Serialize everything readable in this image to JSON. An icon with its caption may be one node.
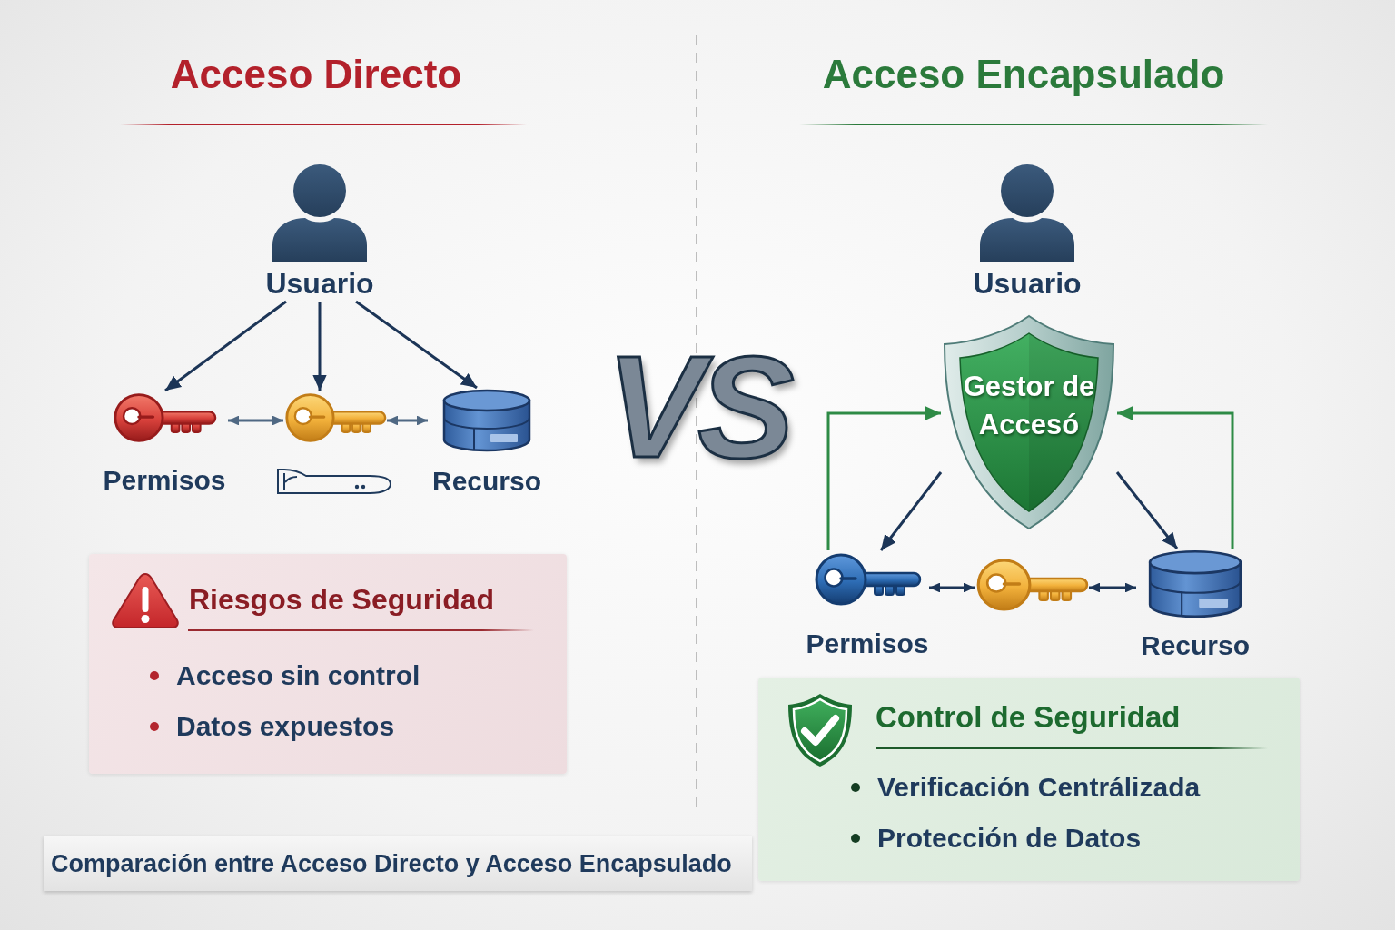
{
  "diagram": {
    "caption": "Comparación entre Acceso Directo y Acceso Encapsulado",
    "nodes": [
      {
        "text": [
          "Usuario"
        ]
      },
      {
        "text": [
          "Permisos"
        ]
      },
      {
        "text": [],
        "shape": "picture"
      },
      {
        "text": [
          "Recurso"
        ]
      },
      {
        "text": [
          "Riesgos de Seguridad",
          "Acceso sin control",
          "Datos expuestos"
        ]
      },
      {
        "text": [
          "Usuario"
        ]
      },
      {
        "text": [
          "Gestor de Accesó"
        ]
      },
      {
        "text": [
          "Permisos"
        ]
      },
      {
        "text": [],
        "shape": "picture"
      },
      {
        "text": [
          "Recurso"
        ]
      },
      {
        "text": [
          "Control de Seguridad",
          "Verificación Centrálizada",
          "Protección de Datos"
        ]
      }
    ],
    "edges": [
      {
        "from": 0,
        "to": 1,
        "arrow": "to"
      },
      {
        "from": 0,
        "to": 2,
        "arrow": "to"
      },
      {
        "from": 0,
        "to": 3,
        "arrow": "to"
      },
      {
        "from": 1,
        "to": 2,
        "arrow": "both",
        "color": "#4f6883"
      },
      {
        "from": 2,
        "to": 3,
        "arrow": "both",
        "color": "#4f6883"
      },
      {
        "from": 7,
        "to": 6,
        "arrow": "to",
        "color": "#2e8b46"
      },
      {
        "from": 9,
        "to": 6,
        "arrow": "to",
        "color": "#2e8b46"
      },
      {
        "from": 6,
        "to": 7,
        "arrow": "to"
      },
      {
        "from": 6,
        "to": 9,
        "arrow": "to"
      },
      {
        "from": 7,
        "to": 8,
        "arrow": "both"
      },
      {
        "from": 8,
        "to": 9,
        "arrow": "both"
      }
    ],
    "labels": [
      "Acceso Directo",
      "Acceso Encapsulado",
      "VS"
    ]
  }
}
